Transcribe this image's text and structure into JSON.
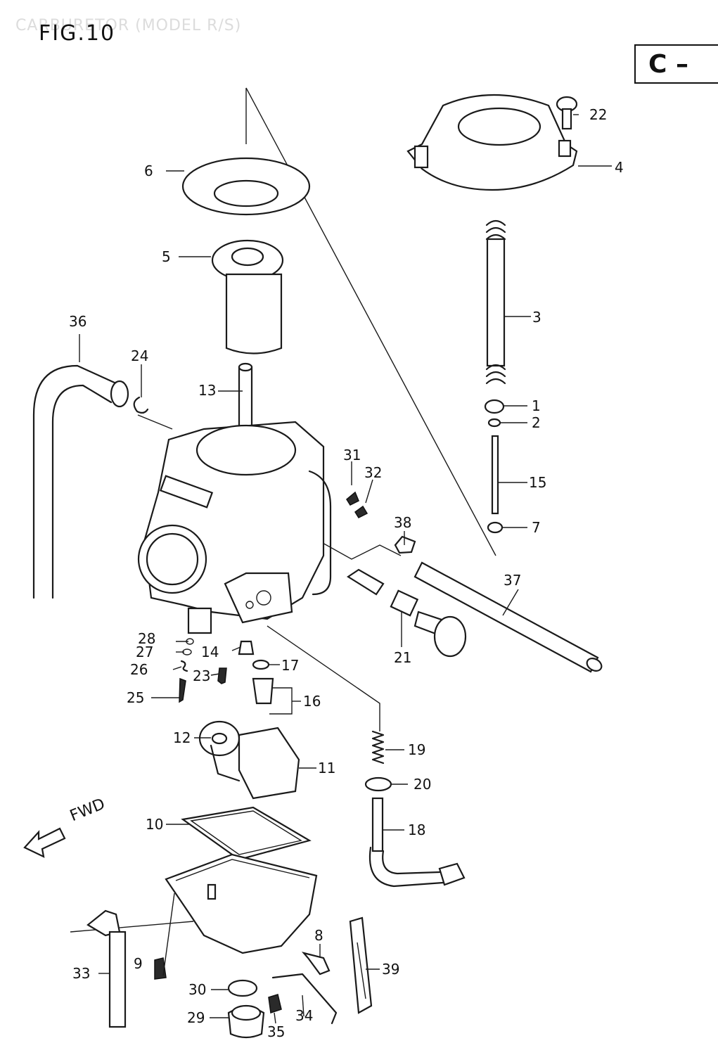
{
  "header": {
    "faded_title": "CARBURETOR (MODEL R/S)",
    "figure_title": "FIG.10",
    "section_code": "C –"
  },
  "direction_label": "FWD",
  "callouts": {
    "p1": "1",
    "p2": "2",
    "p3": "3",
    "p4": "4",
    "p5": "5",
    "p6": "6",
    "p7": "7",
    "p8": "8",
    "p9": "9",
    "p10": "10",
    "p11": "11",
    "p12": "12",
    "p13": "13",
    "p14": "14",
    "p15": "15",
    "p16": "16",
    "p17": "17",
    "p18": "18",
    "p19": "19",
    "p20": "20",
    "p21": "21",
    "p22": "22",
    "p23": "23",
    "p24": "24",
    "p25": "25",
    "p26": "26",
    "p27": "27",
    "p28": "28",
    "p29": "29",
    "p30": "30",
    "p31": "31",
    "p32": "32",
    "p33": "33",
    "p34": "34",
    "p35": "35",
    "p36": "36",
    "p37": "37",
    "p38": "38",
    "p39": "39"
  }
}
